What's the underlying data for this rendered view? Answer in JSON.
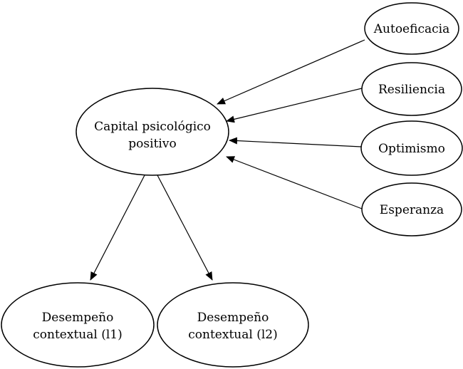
{
  "nodes": {
    "central": {
      "lines": [
        "Capital psicológico",
        "positivo"
      ]
    },
    "autoeficacia": {
      "lines": [
        "Autoeficacia"
      ]
    },
    "resiliencia": {
      "lines": [
        "Resiliencia"
      ]
    },
    "optimismo": {
      "lines": [
        "Optimismo"
      ]
    },
    "esperanza": {
      "lines": [
        "Esperanza"
      ]
    },
    "desempeno_1": {
      "lines": [
        "Desempeño",
        "contextual (l1)"
      ]
    },
    "desempeno_2": {
      "lines": [
        "Desempeño",
        "contextual (l2)"
      ]
    }
  },
  "edges": [
    {
      "from": "autoeficacia",
      "to": "central"
    },
    {
      "from": "resiliencia",
      "to": "central"
    },
    {
      "from": "optimismo",
      "to": "central"
    },
    {
      "from": "esperanza",
      "to": "central"
    },
    {
      "from": "central",
      "to": "desempeno_1"
    },
    {
      "from": "central",
      "to": "desempeno_2"
    }
  ]
}
